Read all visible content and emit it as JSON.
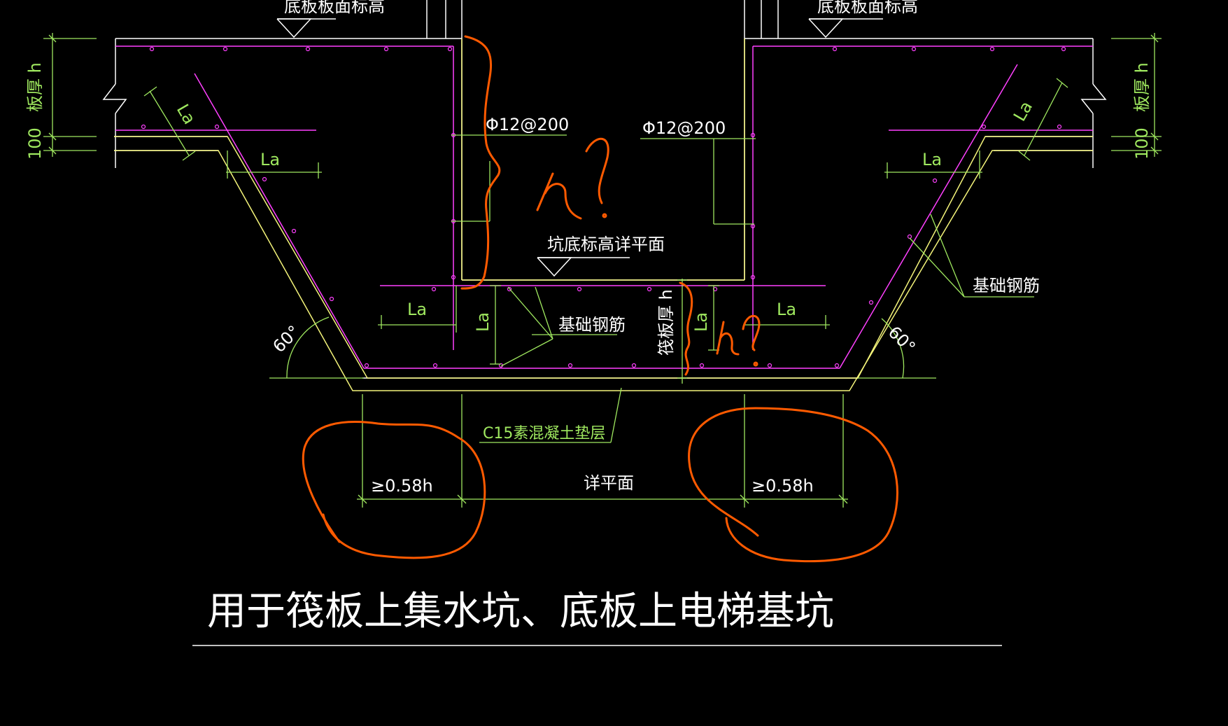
{
  "drawing": {
    "labels": {
      "slab_top_elev_left": "底板板面标高",
      "slab_top_elev_right": "底板板面标高",
      "slab_thickness_left": "板厚 h",
      "slab_thickness_right": "板厚 h",
      "dim_100_left": "100",
      "dim_100_right": "100",
      "la_diag_left": "La",
      "la_diag_right": "La",
      "la_horiz_left": "La",
      "la_horiz_right": "La",
      "rebar_left": "Φ12@200",
      "rebar_right": "Φ12@200",
      "pit_bottom_elev": "坑底标高详平面",
      "found_rebar_mid": "基础钢筋",
      "found_rebar_right": "基础钢筋",
      "la_bottom_left": "La",
      "la_bottom_vert": "La",
      "la_bottom_vert_right": "La",
      "la_bottom_right": "La",
      "raft_thickness": "筏板厚 h",
      "angle_left": "60°",
      "angle_right": "60°",
      "c15_label": "C15素混凝土垫层",
      "dim_058h_left": "≥0.58h",
      "dim_058h_right": "≥0.58h",
      "detail_plan": "详平面",
      "title": "用于筏板上集水坑、底板上电梯基坑"
    },
    "annotations": {
      "handwritten_left": "h?",
      "handwritten_right": "h?"
    },
    "colors": {
      "background": "#000000",
      "magenta_rebar": "#ff40ff",
      "green_dim": "#9fe85f",
      "yellow_outline": "#f4f47a",
      "white_line": "#ffffff",
      "orange_markup": "#ff5a00"
    }
  }
}
